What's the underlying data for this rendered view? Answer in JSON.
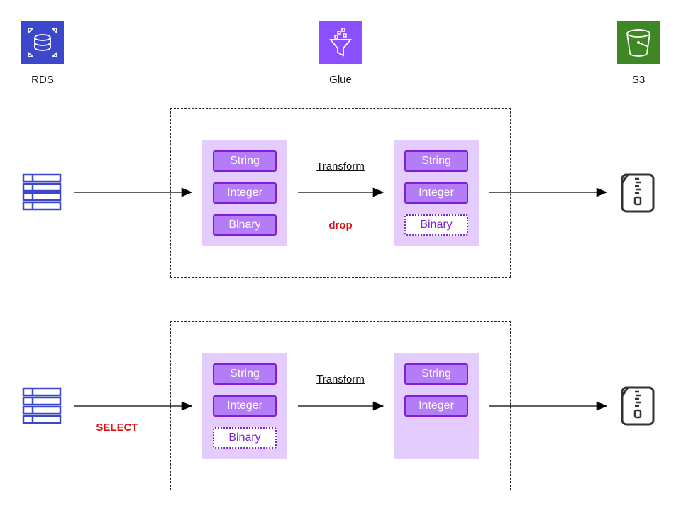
{
  "services": {
    "rds": {
      "label": "RDS",
      "color": "#3b48cc",
      "icon": "rds-database-icon"
    },
    "glue": {
      "label": "Glue",
      "color": "#8c4fff",
      "icon": "glue-funnel-icon"
    },
    "s3": {
      "label": "S3",
      "color": "#3f8624",
      "icon": "s3-bucket-icon"
    }
  },
  "row1": {
    "transform_label": "Transform",
    "action_label": "drop",
    "source_fields": [
      "String",
      "Integer",
      "Binary"
    ],
    "target_fields": [
      "String",
      "Integer",
      "Binary"
    ],
    "target_dropped": "Binary"
  },
  "row2": {
    "transform_label": "Transform",
    "action_label": "SELECT",
    "source_fields": [
      "String",
      "Integer",
      "Binary"
    ],
    "source_dropped": "Binary",
    "target_fields": [
      "String",
      "Integer"
    ]
  },
  "colors": {
    "chip_fill": "#b47cf7",
    "chip_border": "#7b20d6",
    "panel": "#e5ccff",
    "table_icon": "#3b48cc",
    "action_red": "#e01010",
    "zip_icon": "#333333"
  }
}
